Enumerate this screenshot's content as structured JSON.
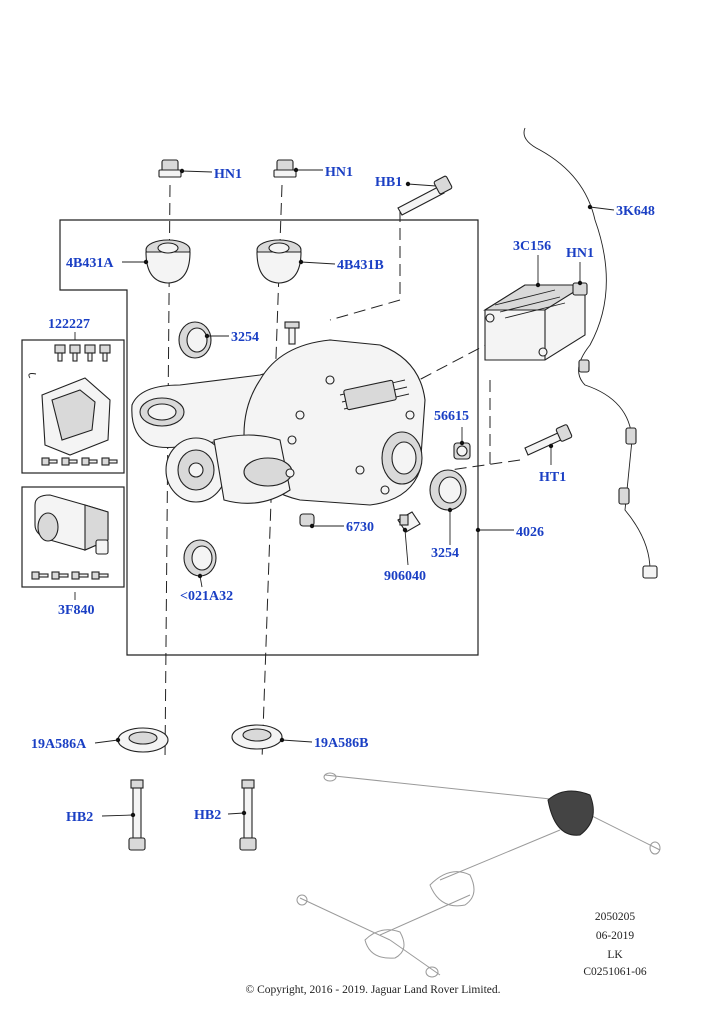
{
  "labels": {
    "hn1_left": "HN1",
    "hn1_center": "HN1",
    "hb1": "HB1",
    "k3648": "3K648",
    "b4431a": "4B431A",
    "b4431b": "4B431B",
    "c3156": "3C156",
    "hn1_right": "HN1",
    "p122227": "122227",
    "seal_top": "3254",
    "p56615": "56615",
    "ht1": "HT1",
    "p6730": "6730",
    "p4026": "4026",
    "seal_bottom": "3254",
    "p906040": "906040",
    "a021a32": "<021A32",
    "f3840": "3F840",
    "a19586a": "19A586A",
    "a19586b": "19A586B",
    "hb2_left": "HB2",
    "hb2_right": "HB2"
  },
  "meta": {
    "code": "2050205",
    "date": "06-2019",
    "author": "LK",
    "ref": "C0251061-06",
    "copyright": "© Copyright, 2016 - 2019. Jaguar Land Rover Limited."
  },
  "colors": {
    "label": "#1a3fc4",
    "line": "#222222",
    "background": "#ffffff"
  }
}
